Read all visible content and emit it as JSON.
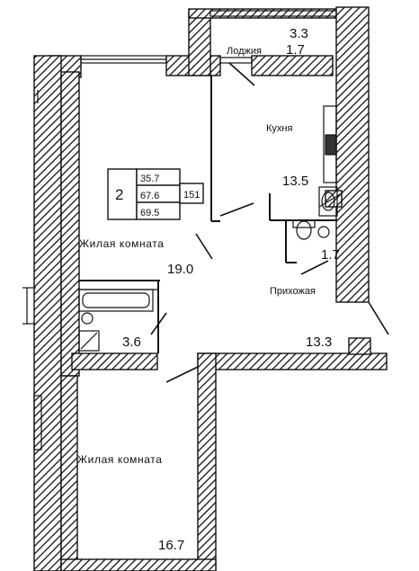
{
  "loggia": {
    "area_a": "3.3",
    "label": "Лоджия",
    "area_b": "1.7"
  },
  "kitchen": {
    "label": "Кухня",
    "area": "13.5"
  },
  "summary": {
    "rooms": "2",
    "living": "35.7",
    "total": "67.6",
    "full": "69.5",
    "code": "151"
  },
  "living_room_1": {
    "label": "Жилая комната",
    "area": "19.0"
  },
  "hall": {
    "label": "Прихожая",
    "area": "13.3"
  },
  "wc": {
    "area": "1.7"
  },
  "bath": {
    "area": "3.6"
  },
  "living_room_2": {
    "label": "Жилая комната",
    "area": "16.7"
  },
  "colors": {
    "wall_hatch": "#111111",
    "background": "#ffffff"
  }
}
